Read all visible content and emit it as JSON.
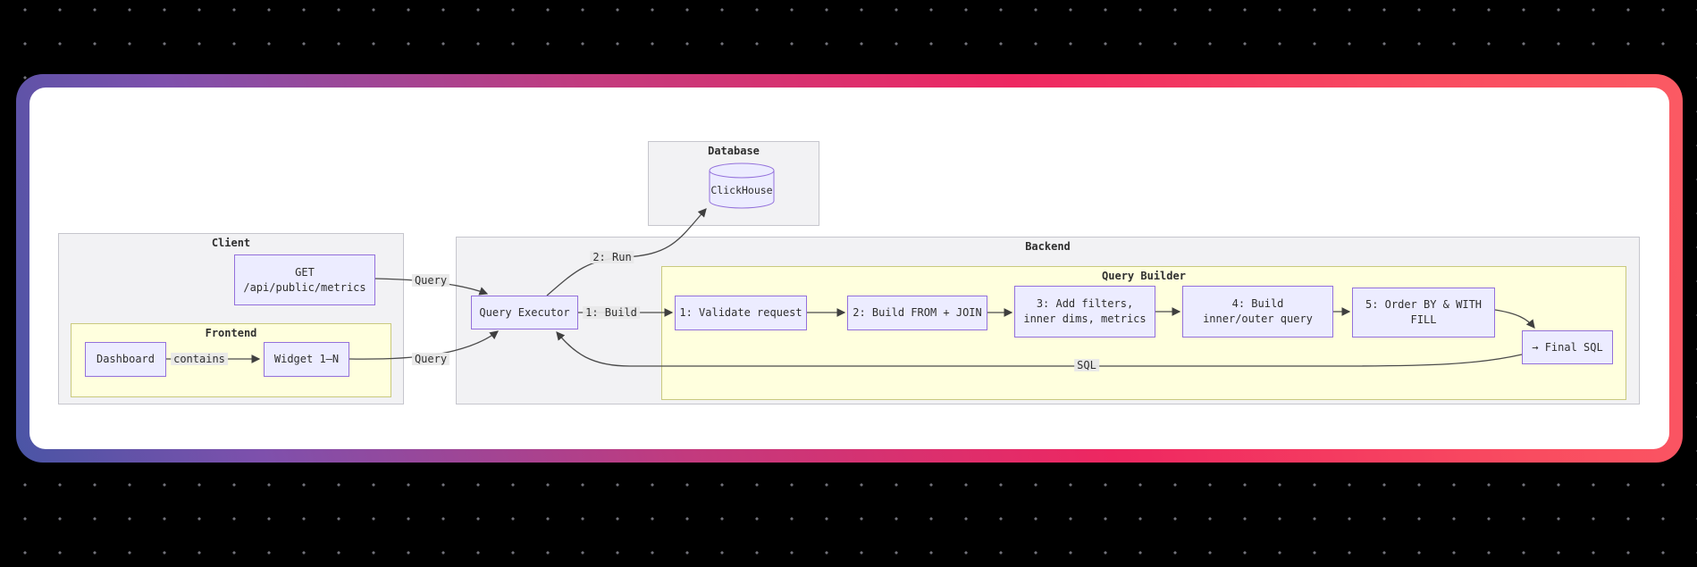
{
  "background": {
    "color": "#000000",
    "dot_color": "#72727a"
  },
  "card": {
    "gradient_colors": [
      "#4a55a5",
      "#7e50ac",
      "#c23a7e",
      "#ee2761",
      "#fb5a63"
    ],
    "surface_color": "#ffffff"
  },
  "diagram": {
    "clusters": {
      "client": {
        "label": "Client"
      },
      "frontend": {
        "label": "Frontend"
      },
      "backend": {
        "label": "Backend"
      },
      "query_builder": {
        "label": "Query Builder"
      },
      "database": {
        "label": "Database"
      }
    },
    "nodes": {
      "get": {
        "line1": "GET",
        "line2": "/api/public/metrics"
      },
      "dashboard": {
        "label": "Dashboard"
      },
      "widget": {
        "label": "Widget 1–N"
      },
      "query_executor": {
        "label": "Query Executor"
      },
      "clickhouse": {
        "label": "ClickHouse"
      },
      "step1": {
        "label": "1: Validate request"
      },
      "step2": {
        "label": "2: Build FROM + JOIN"
      },
      "step3": {
        "line1": "3: Add filters,",
        "line2": "inner dims, metrics"
      },
      "step4": {
        "line1": "4: Build",
        "line2": "inner/outer query"
      },
      "step5": {
        "line1": "5: Order BY & WITH",
        "line2": "FILL"
      },
      "final_sql": {
        "label": "→ Final SQL"
      }
    },
    "edge_labels": {
      "query_get": "Query",
      "query_widget": "Query",
      "run": "2: Run",
      "build": "1: Build",
      "contains": "contains",
      "sql": "SQL"
    },
    "colors": {
      "node_fill": "#ececff",
      "node_border": "#9370db",
      "cluster_gray_fill": "#f2f2f4",
      "cluster_yellow_fill": "#ffffde",
      "edge_label_bg": "#e8e8e8",
      "line": "#4b4b4b"
    }
  }
}
